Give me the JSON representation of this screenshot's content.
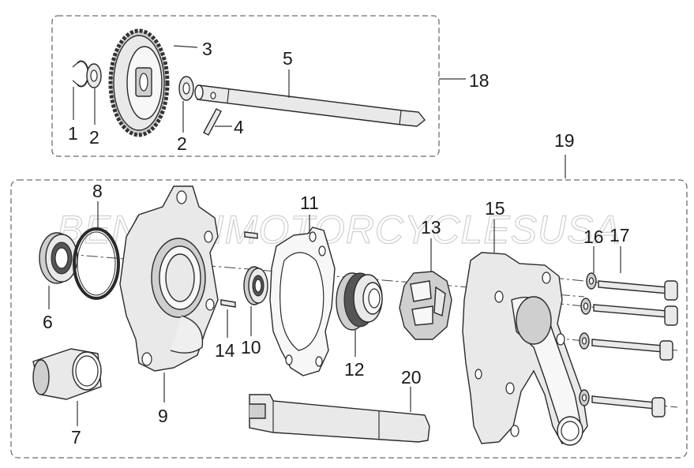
{
  "watermark": "BENELLIMOTORCYCLESUSA",
  "callouts": {
    "n1": "1",
    "n2a": "2",
    "n2b": "2",
    "n3": "3",
    "n4": "4",
    "n5": "5",
    "n6": "6",
    "n7": "7",
    "n8": "8",
    "n9": "9",
    "n10": "10",
    "n11": "11",
    "n12": "12",
    "n13": "13",
    "n14": "14",
    "n15": "15",
    "n16": "16",
    "n17": "17",
    "n18": "18",
    "n19": "19",
    "n20": "20"
  }
}
